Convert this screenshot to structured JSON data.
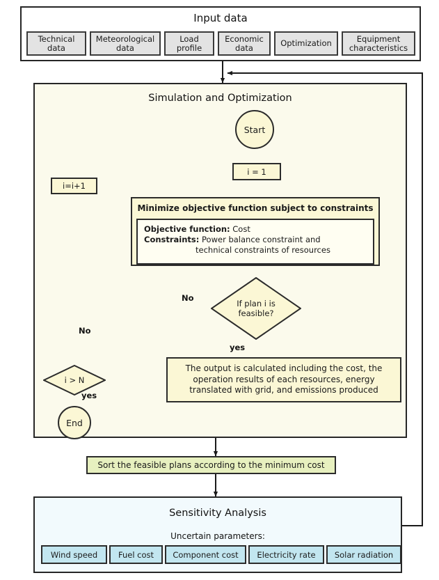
{
  "diagram": {
    "type": "flowchart",
    "title": "Simulation and Optimization Flowchart"
  },
  "input_panel": {
    "title": "Input data",
    "items": [
      {
        "label": "Technical\ndata"
      },
      {
        "label": "Meteorological\ndata"
      },
      {
        "label": "Load\nprofile"
      },
      {
        "label": "Economic\ndata"
      },
      {
        "label": "Optimization"
      },
      {
        "label": "Equipment\ncharacteristics"
      }
    ]
  },
  "simulation_panel": {
    "title": "Simulation and Optimization",
    "start_label": "Start",
    "init_label": "i = 1",
    "increment_label": "i=i+1",
    "minimize": {
      "header": "Minimize objective function subject to constraints",
      "objective_key": "Objective function:",
      "objective_value": "Cost",
      "constraints_key": "Constraints:",
      "constraints_value_line1": "Power balance constraint and",
      "constraints_value_line2": "technical constraints of resources"
    },
    "feasible_decision": "If plan i is\nfeasible?",
    "output_box": "The output is calculated including the cost, the operation results of each resources, energy translated with grid, and emissions produced",
    "loop_decision": "i > N",
    "end_label": "End",
    "edge_labels": {
      "feasible_no": "No",
      "feasible_yes": "yes",
      "loop_no": "No",
      "loop_yes": "yes"
    }
  },
  "sort_box": {
    "label": "Sort the feasible plans according to the minimum cost"
  },
  "sensitivity_panel": {
    "title": "Sensitivity Analysis",
    "subtitle": "Uncertain parameters:",
    "parameters": [
      {
        "label": "Wind speed"
      },
      {
        "label": "Fuel cost"
      },
      {
        "label": "Component cost"
      },
      {
        "label": "Electricity rate"
      },
      {
        "label": "Solar radiation"
      }
    ]
  },
  "colors": {
    "process_yellow": "#fbf7d5",
    "panel_cream": "#fbfaec",
    "chip_grey": "#e3e3e3",
    "sort_green": "#e7f0bf",
    "sens_panel_blue": "#f2fafd",
    "chip_blue": "#c2e6f0",
    "stroke": "#1a1a1a"
  }
}
